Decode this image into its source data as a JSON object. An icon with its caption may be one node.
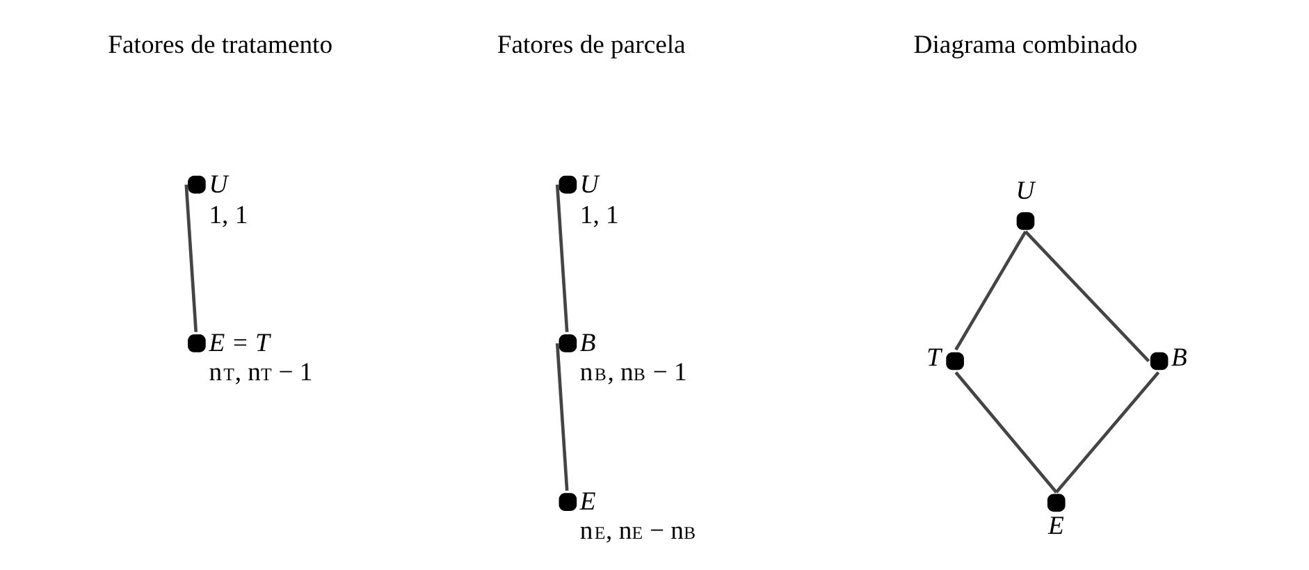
{
  "diagram": {
    "nodes": [
      {
        "text": [],
        "shape": "circle",
        "beside": [
          "U",
          "1, 1"
        ]
      },
      {
        "text": [],
        "shape": "circle",
        "beside": [
          "E = T",
          "n$_{T}$, n$_{T}$ − 1"
        ]
      },
      {
        "text": [],
        "shape": "circle",
        "beside": [
          "U",
          "1, 1"
        ]
      },
      {
        "text": [],
        "shape": "circle",
        "beside": [
          "B",
          "n$_{B}$, n$_{B}$ − 1"
        ]
      },
      {
        "text": [],
        "shape": "circle",
        "beside": [
          "E",
          "n$_{E}$, n$_{E}$ − n$_{B}$"
        ]
      },
      {
        "text": [],
        "shape": "circle",
        "beside": [
          "U"
        ]
      },
      {
        "text": [],
        "shape": "circle",
        "beside": [
          "T"
        ]
      },
      {
        "text": [],
        "shape": "circle",
        "beside": [
          "B"
        ]
      },
      {
        "text": [],
        "shape": "circle",
        "beside": [
          "E"
        ]
      }
    ],
    "edges": [
      {
        "from": 0,
        "to": 1,
        "arrow": "none"
      },
      {
        "from": 2,
        "to": 3,
        "arrow": "none"
      },
      {
        "from": 3,
        "to": 4,
        "arrow": "none"
      },
      {
        "from": 5,
        "to": 6,
        "arrow": "none"
      },
      {
        "from": 5,
        "to": 7,
        "arrow": "none"
      },
      {
        "from": 6,
        "to": 8,
        "arrow": "none"
      },
      {
        "from": 7,
        "to": 8,
        "arrow": "none"
      }
    ],
    "labels": [
      "Fatores de tratamento",
      "Fatores de parcela",
      "Diagrama combinado"
    ]
  }
}
